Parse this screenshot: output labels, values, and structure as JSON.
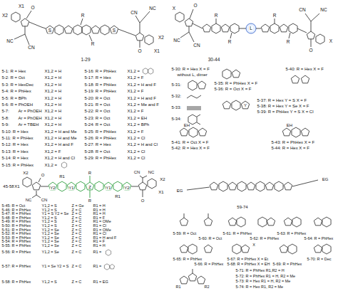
{
  "diagram": {
    "labels": [
      "X1",
      "X2",
      "O",
      "NC",
      "CN",
      "S",
      "R",
      "R",
      "S",
      "O",
      "CN",
      "NC",
      "X1",
      "X2",
      "1-29",
      "5-1: R = Hex",
      "X1,2 = H",
      "5-2: R = Oct",
      "X1,2 = H",
      "5-3: R = HexDec",
      "X1,2 = H",
      "5-4: R = PhHex",
      "X1,2 = H",
      "5-5: R = BPh",
      "X1,2 = H",
      "5-6: R = PhOEH",
      "X1,2 = H",
      "5-7:",
      "Ar = PhOEH",
      "X1,2 = H",
      "5-8:",
      "Ar = PhOEH",
      "X1,2 = H",
      "5-9:",
      "Ar = TBEH",
      "X1,2 = H",
      "5-10: R = Hex",
      "X1,2 = H and Me",
      "5-11: R = PhHex",
      "X1,2 = H and Me",
      "5-12: R = Hex",
      "X1,2 = H and F",
      "5-13: R = Hex",
      "X1,2 = F",
      "5-14: R = Hex",
      "X1,2 = H and Cl",
      "5-15: R = PhHex",
      "X1,2 =",
      "5-16: R = PhHex",
      "X1,2 =",
      "5-17: R = Hex",
      "X1,2 = F",
      "5-18: R = PhHex",
      "X1,2 = H and F",
      "5-19: R = PhHex",
      "X1,2 = F",
      "5-20: R = Oct",
      "X1,2 = H and F",
      "5-21: R = Oct",
      "X1,2 = Me and F",
      "5-22: R = Oct",
      "X1,2 = F",
      "5-23: R = Oct",
      "X1,2 = EH",
      "5-24: R = Oct",
      "X1,2 = BPh",
      "5-25: R = PhHex",
      "X1,2 = F",
      "5-26: R = PhHex",
      "X1,2 = Cl",
      "5-27: R = Hex",
      "X1,2 = H and Cl",
      "5-28: R = Oct",
      "X1,2 = Cl",
      "5-29: R = PhHex",
      "X1,2 = Cl",
      "X",
      "O",
      "NC",
      "CN",
      "R",
      "R",
      "L",
      "R",
      "R",
      "CN",
      "NC",
      "O",
      "X",
      "30-44",
      "5-30: R = Hex X = F",
      "without L, dimer",
      "5-35: R = PhHex X = F",
      "5-36: R = Oct X = F",
      "5-40: R = Hex X = F",
      "5-31:",
      "5-32:",
      "5-37: R = Hex Y = S X = F",
      "5-38: R = Hex Y = Se X = F",
      "5-39: R = PhHex Y = S X = Cl",
      "Y",
      "5-33:",
      "5-34:",
      "EH",
      "EH",
      "5-41: R = Oct X = F",
      "5-42: R = Hex X = F",
      "5-43: R = PhHex X = F",
      "5-44: R = Hex X = F",
      "45-58",
      "X2",
      "X1",
      "O",
      "NC",
      "CN",
      "Y2",
      "R1",
      "Y1",
      "R",
      "Z",
      "R",
      "Y1",
      "R1",
      "Y2",
      "CN",
      "NC",
      "O",
      "X2",
      "X1",
      "5-45: R = Oct",
      "Y1,2 = S",
      "Z = Ge",
      "R1 = H",
      "5-46: R = PhHex",
      "Y1,2 = S",
      "Z = C",
      "R1 = H",
      "5-47: R = PhHex",
      "Y1 = S Y2 = Se",
      "Z = C",
      "R1 = H",
      "5-48: R = PhHex",
      "Y1,2 = S",
      "Z = C",
      "R1 = F",
      "5-49: R = PhHex",
      "Y1,2 = S",
      "Z = C",
      "R1 = OMe",
      "5-50: R = PhHex",
      "Y1,2 = S",
      "Z = C",
      "R1 = Cl",
      "5-51: R = PhHex",
      "Y1,2 = Se",
      "Z = C",
      "R1 = OMe",
      "5-52: R = PhHex",
      "Y1,2 = Se",
      "Z = C",
      "R1 = Cl",
      "5-53: R = PhHex",
      "Y1,2 = Se",
      "Z = C",
      "R1 = H and F",
      "5-54: R = PhHex",
      "Y1,2 = Se",
      "Z = C",
      "R1 = F",
      "5-55: R = PhHex",
      "Y1,2 = Se",
      "Z = C",
      "R1 = H",
      "5-56: R = PhHex",
      "Y1,2 = Se",
      "Z = C",
      "R1 =",
      "5-57: R = PhHex",
      "Y1 = Se Y2 = S",
      "Z = C",
      "R1 =",
      "5-58: R = PhHex",
      "Y1,2 = S",
      "Z = C",
      "R1 = EG",
      "EG",
      "EG",
      "59-74",
      "5-59: R = Oct",
      "5-60: R = Oct",
      "5-61: R = PhHex",
      "5-62: R = PhHex",
      "5-63: R = PhHex",
      "5-64: R = PhHex",
      "5-65: R = PhHex",
      "5-66: R = PhHex",
      "5-67: R = PhHex X = Et",
      "5-68: R = PhHex X = EH",
      "X",
      "5-69: R = PhHex",
      "5-70: R = Dec",
      "5-71: R = PhHex R1,R2 = H",
      "5-72: R = PhHex R1 = H, R2 = Me",
      "5-73: R = Hex R1 = H, R2 = Me",
      "5-74: R = Hex R1, R2 = Me",
      "R1",
      "R2"
    ]
  }
}
